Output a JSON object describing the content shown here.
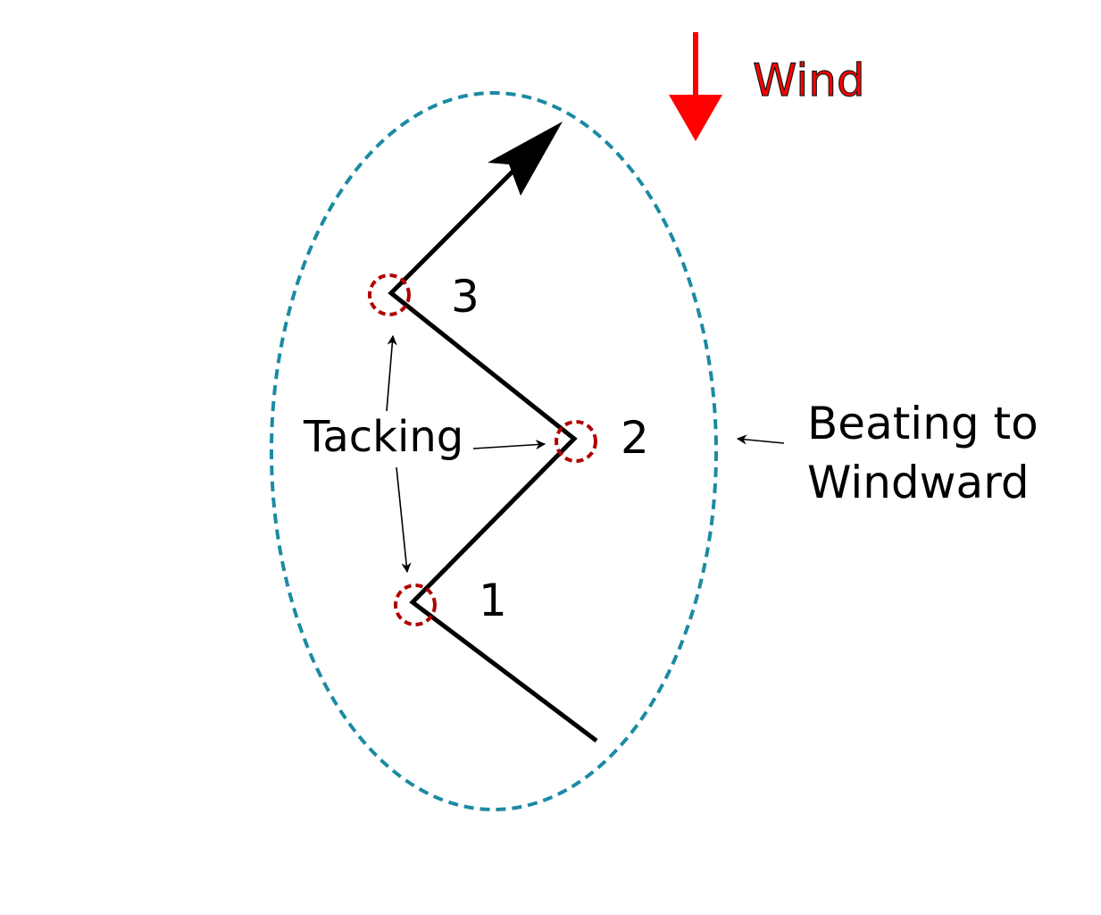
{
  "wind": {
    "label": "Wind",
    "color": "#ff0000",
    "outline_color": "#220000",
    "icon": "wind-direction-arrow-icon"
  },
  "region": {
    "label_line1": "Beating to",
    "label_line2": "Windward",
    "border_color": "#1b8aa3"
  },
  "maneuver": {
    "label": "Tacking"
  },
  "tack_points": [
    {
      "number": "1"
    },
    {
      "number": "2"
    },
    {
      "number": "3"
    }
  ],
  "course": {
    "color": "#000000",
    "heading_icon": "course-heading-arrow-icon"
  },
  "tack_marker_color": "#b00000"
}
